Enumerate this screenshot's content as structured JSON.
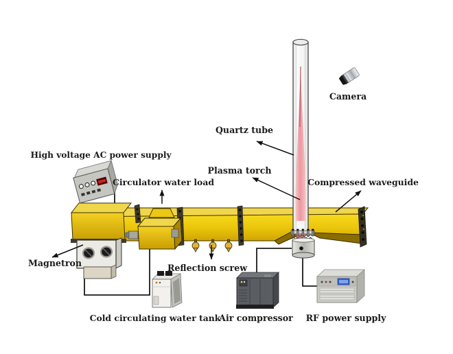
{
  "figure": {
    "kind": "experimental-setup-schematic",
    "background": "#ffffff"
  },
  "labels": {
    "hv_supply": "High voltage AC power supply",
    "circulator_water_load": "Circulator water load",
    "quartz_tube": "Quartz tube",
    "plasma_torch": "Plasma torch",
    "compressed_waveguide": "Compressed waveguide",
    "camera": "Camera",
    "magnetron": "Magnetron",
    "reflection_screw": "Reflection screw",
    "cold_tank": "Cold circulating water tank",
    "air_compressor": "Air compressor",
    "rf_supply": "RF power supply"
  },
  "colors": {
    "waveguide_front": "#edc70d",
    "waveguide_top": "#f0d54d",
    "waveguide_shadow": "#8a6d00",
    "flange_dark": "#3f3a2a",
    "plasma_pink": "#ee9aa0",
    "plasma_edge": "#f6caca",
    "tube_glass": "#f7f7f7",
    "metal_grey": "#c9c9c4",
    "compressor_grey": "#5a5d62",
    "wire_black": "#1a1a1a",
    "label_text": "#1b1b1b",
    "display_red": "#cc2222",
    "display_blue": "#2f5fd0"
  }
}
